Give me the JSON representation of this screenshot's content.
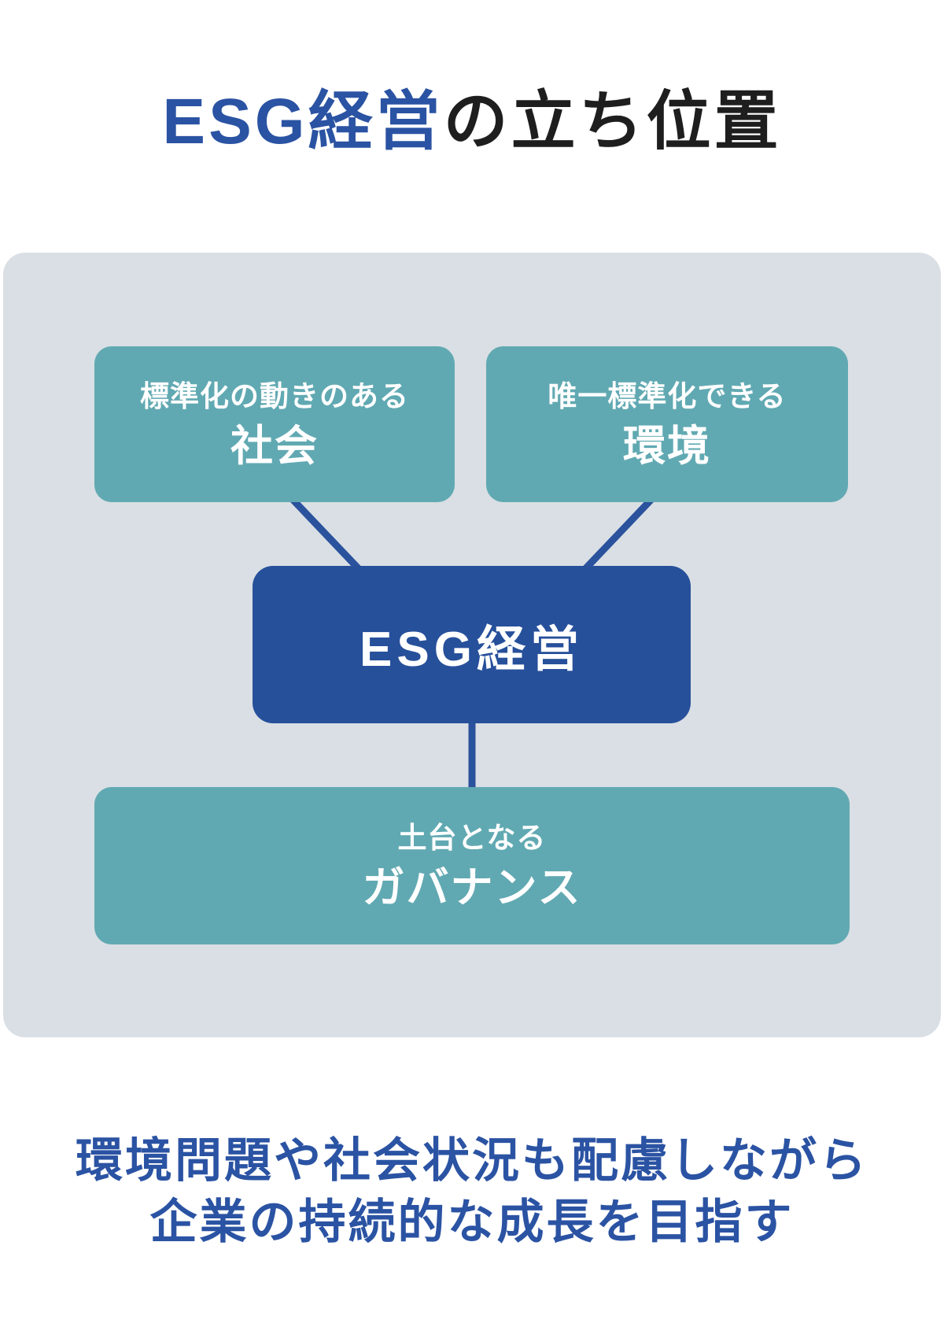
{
  "title": {
    "highlight": "ESG経営",
    "rest": "の立ち位置"
  },
  "diagram": {
    "society_box": {
      "subtitle": "標準化の動きのある",
      "title": "社会"
    },
    "environment_box": {
      "subtitle": "唯一標準化できる",
      "title": "環境"
    },
    "esg_box": {
      "label": "ESG経営"
    },
    "governance_box": {
      "subtitle": "土台となる",
      "title": "ガバナンス"
    }
  },
  "caption": {
    "line1": "環境問題や社会状況も配慮しながら",
    "line2": "企業の持続的な成長を目指す"
  },
  "colors": {
    "title_blue": "#2B53A3",
    "title_dark": "#1E1E1E",
    "panel_gray": "#D9DFE4",
    "teal_box": "#61A9B2",
    "esg_blue": "#27509B",
    "connector_blue": "#2A529D",
    "box_text": "#FFFFFF",
    "background": "#FFFFFF"
  }
}
